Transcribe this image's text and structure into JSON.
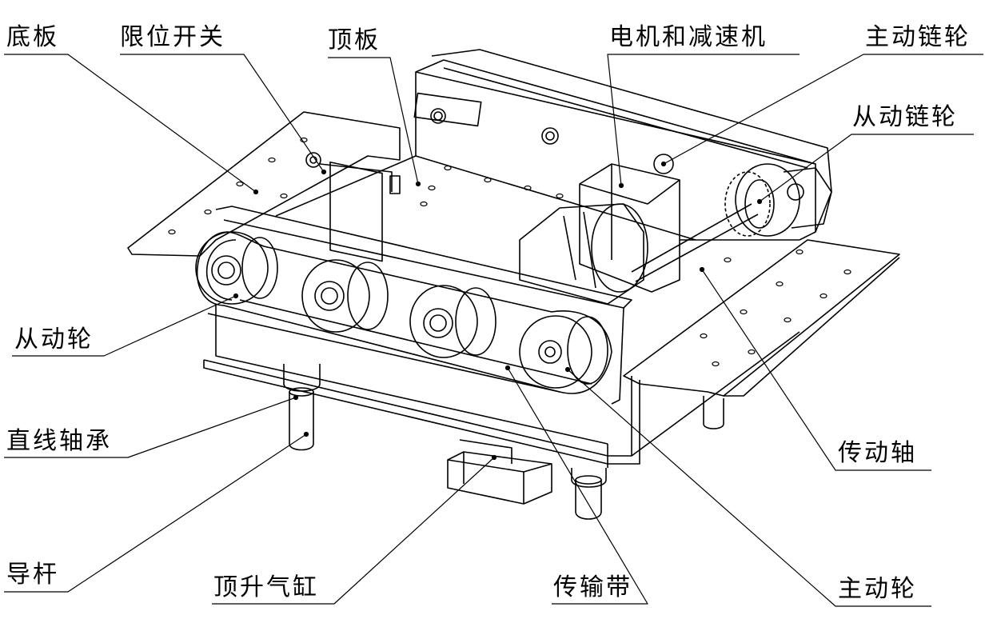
{
  "figure": {
    "labels": {
      "base_plate": "底板",
      "limit_switch": "限位开关",
      "top_plate": "顶板",
      "motor_reducer": "电机和减速机",
      "drive_sprocket": "主动链轮",
      "driven_sprocket": "从动链轮",
      "driven_wheel": "从动轮",
      "drive_shaft": "传动轴",
      "linear_bearing": "直线轴承",
      "guide_rod": "导杆",
      "lift_cylinder": "顶升气缸",
      "conveyor_belt": "传输带",
      "drive_wheel": "主动轮"
    }
  }
}
